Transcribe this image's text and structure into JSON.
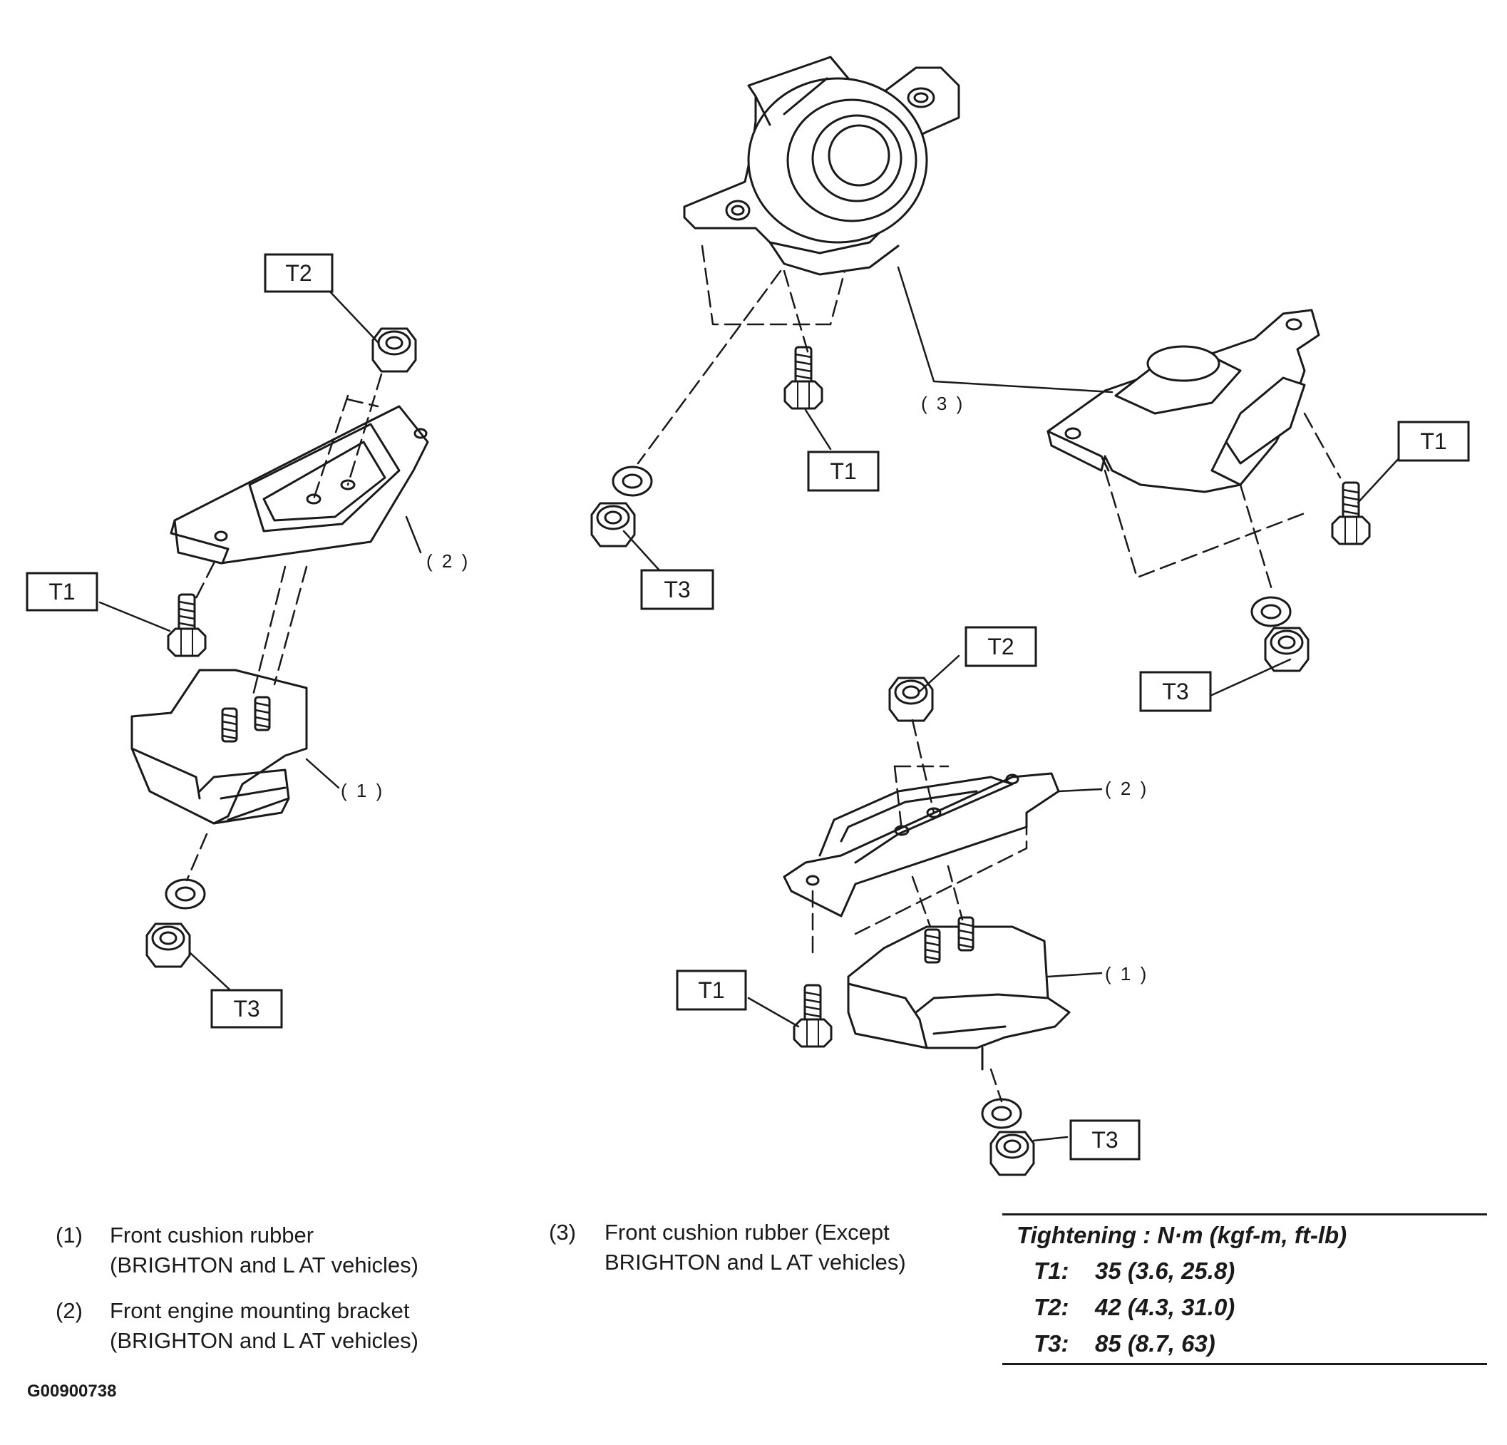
{
  "callouts": {
    "left_t2": "T2",
    "left_t1": "T1",
    "left_t3": "T3",
    "top_t1": "T1",
    "top_t3": "T3",
    "right_t1": "T1",
    "right_t3": "T3",
    "lower_t2": "T2",
    "lower_t1": "T1",
    "lower_t3": "T3"
  },
  "refs": {
    "left_bracket": "( 2 )",
    "left_cushion": "( 1 )",
    "top_cushion": "( 3 )",
    "lower_bracket": "( 2 )",
    "lower_cushion": "( 1 )"
  },
  "legend": [
    {
      "num": "(1)",
      "lines": [
        "Front cushion rubber",
        "(BRIGHTON and L AT vehicles)"
      ]
    },
    {
      "num": "(2)",
      "lines": [
        "Front engine mounting bracket",
        "(BRIGHTON and L AT vehicles)"
      ]
    },
    {
      "num": "(3)",
      "lines": [
        "Front cushion rubber (Except",
        "BRIGHTON and L AT vehicles)"
      ]
    }
  ],
  "tightening": {
    "title": "Tightening : N·m (kgf-m, ft-lb)",
    "rows": [
      {
        "key": "T1:",
        "value": "35 (3.6, 25.8)"
      },
      {
        "key": "T2:",
        "value": "42 (4.3, 31.0)"
      },
      {
        "key": "T3:",
        "value": "85 (8.7, 63)"
      }
    ]
  },
  "figure_id": "G00900738"
}
